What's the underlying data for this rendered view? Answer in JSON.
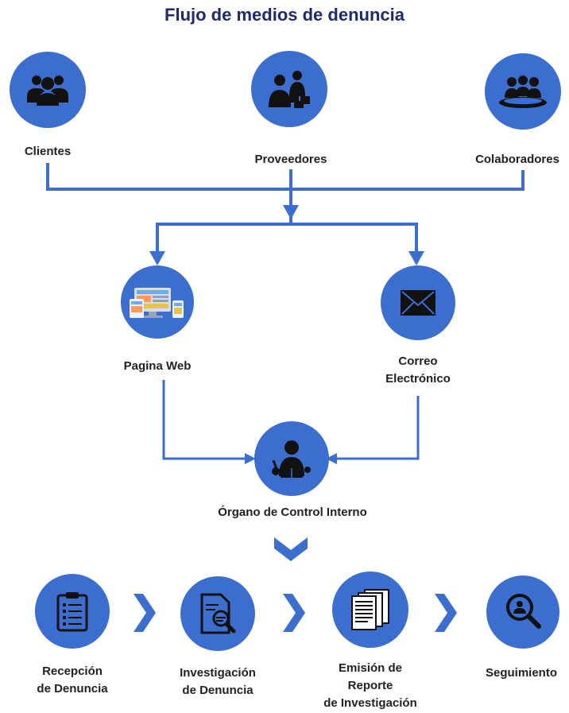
{
  "title": "Flujo de medios de denuncia",
  "colors": {
    "accent": "#3b6ecf",
    "title": "#1f2a6b",
    "text": "#222222"
  },
  "sources": [
    {
      "label": "Clientes",
      "icon": "group-icon"
    },
    {
      "label": "Proveedores",
      "icon": "businessman-boxes-icon"
    },
    {
      "label": "Colaboradores",
      "icon": "meeting-table-icon"
    }
  ],
  "channels": [
    {
      "label": "Pagina Web",
      "icon": "website-devices-icon"
    },
    {
      "label_line1": "Correo",
      "label_line2": "Electrónico",
      "icon": "envelope-icon"
    }
  ],
  "control": {
    "label": "Órgano de Control Interno",
    "icon": "person-reading-icon"
  },
  "steps": [
    {
      "line1": "Recepción",
      "line2": "de Denuncia",
      "icon": "clipboard-icon"
    },
    {
      "line1": "Investigación",
      "line2": "de Denuncia",
      "icon": "document-magnifier-icon"
    },
    {
      "line1": "Emisión de",
      "line2": "Reporte",
      "line3": "de Investigación",
      "icon": "report-documents-icon"
    },
    {
      "line1": "Seguimiento",
      "icon": "search-person-icon"
    }
  ]
}
